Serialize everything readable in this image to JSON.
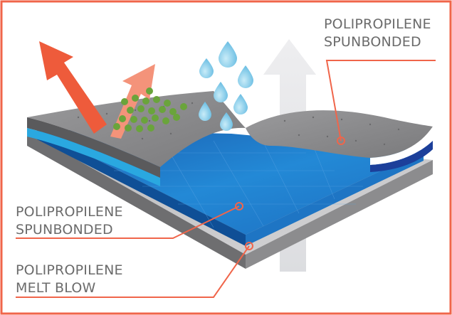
{
  "labels": {
    "top": {
      "line1": "POLIPROPILENE",
      "line2": "SPUNBONDED"
    },
    "middle": {
      "line1": "POLIPROPILENE",
      "line2": "SPUNBONDED"
    },
    "bottom": {
      "line1": "POLIPROPILENE",
      "line2": "MELT BLOW"
    }
  },
  "colors": {
    "frame": "#f0654a",
    "leader": "#f0654a",
    "arrow_main": "#ee5b3b",
    "arrow_light": "#f4937a",
    "vapor_arrow": "#e3e4e6",
    "water_drop": "#8fcfea",
    "particle": "#6aa43b",
    "top_sheet": "#8b8b8d",
    "middle_layer": "#1c7bc9",
    "middle_edge": "#2aa8e0",
    "bottom_layer": "#c9c9cb"
  },
  "icons": [
    "water-drop-icon",
    "particle-icon",
    "outflow-arrow-icon",
    "vapor-arrow-icon"
  ]
}
